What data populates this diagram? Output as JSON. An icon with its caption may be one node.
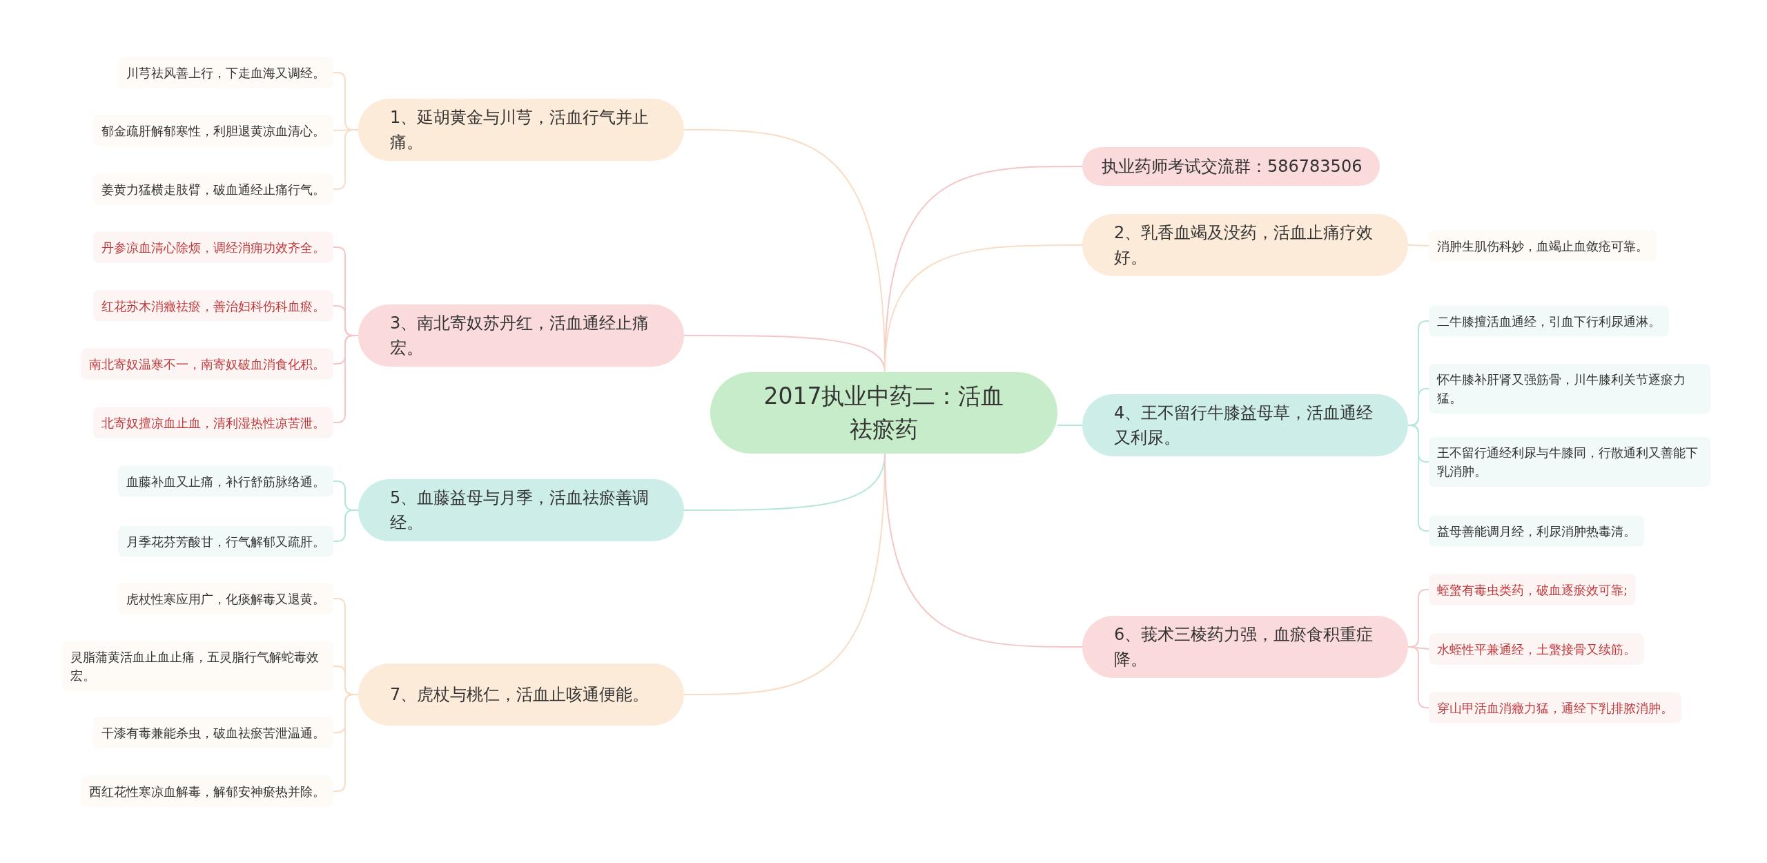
{
  "diagram": {
    "nodes": [
      {
        "text": [
          "2017执业中药二：活血祛瘀药"
        ]
      },
      {
        "text": [
          "1、延胡黄金与川芎，活血行气并止痛。"
        ]
      },
      {
        "text": [
          "川芎祛风善上行，下走血海又调经。"
        ]
      },
      {
        "text": [
          "郁金疏肝解郁寒性，利胆退黄凉血清心。"
        ]
      },
      {
        "text": [
          "姜黄力猛横走肢臂，破血通经止痛行气。"
        ]
      },
      {
        "text": [
          "3、南北寄奴苏丹红，活血通经止痛宏。"
        ]
      },
      {
        "text": [
          "丹参凉血清心除烦，调经消痈功效齐全。"
        ]
      },
      {
        "text": [
          "红花苏木消癥祛瘀，善治妇科伤科血瘀。"
        ]
      },
      {
        "text": [
          "南北寄奴温寒不一，南寄奴破血消食化积。"
        ]
      },
      {
        "text": [
          "北寄奴擅凉血止血，清利湿热性凉苦泄。"
        ]
      },
      {
        "text": [
          "5、血藤益母与月季，活血祛瘀善调经。"
        ]
      },
      {
        "text": [
          "血藤补血又止痛，补行舒筋脉络通。"
        ]
      },
      {
        "text": [
          "月季花芬芳酸甘，行气解郁又疏肝。"
        ]
      },
      {
        "text": [
          "7、虎杖与桃仁，活血止咳通便能。"
        ]
      },
      {
        "text": [
          "虎杖性寒应用广，化痰解毒又退黄。"
        ]
      },
      {
        "text": [
          "灵脂蒲黄活血止血止痛，五灵脂行气解蛇毒效宏。"
        ]
      },
      {
        "text": [
          "干漆有毒兼能杀虫，破血祛瘀苦泄温通。"
        ]
      },
      {
        "text": [
          "西红花性寒凉血解毒，解郁安神瘀热并除。"
        ]
      },
      {
        "text": [
          "执业药师考试交流群：586783506"
        ]
      },
      {
        "text": [
          "2、乳香血竭及没药，活血止痛疗效好。"
        ]
      },
      {
        "text": [
          "消肿生肌伤科妙，血竭止血敛疮可靠。"
        ]
      },
      {
        "text": [
          "4、王不留行牛膝益母草，活血通经又利尿。"
        ]
      },
      {
        "text": [
          "二牛膝擅活血通经，引血下行利尿通淋。"
        ]
      },
      {
        "text": [
          "怀牛膝补肝肾又强筋骨，川牛膝利关节逐瘀力猛。"
        ]
      },
      {
        "text": [
          "王不留行通经利尿与牛膝同，行散通利又善能下乳消肿。"
        ]
      },
      {
        "text": [
          "益母善能调月经，利尿消肿热毒清。"
        ]
      },
      {
        "text": [
          "6、莪术三棱药力强，血瘀食积重症降。"
        ]
      },
      {
        "text": [
          "蛭蟼有毒虫类药，破血逐瘀效可靠;"
        ]
      },
      {
        "text": [
          "水蛭性平兼通经，土蟼接骨又续筋。"
        ]
      },
      {
        "text": [
          "穿山甲活血消癥力猛，通经下乳排脓消肿。"
        ]
      }
    ],
    "edges": [
      {
        "from": 0,
        "to": 1,
        "arrow": "none",
        "color": "#f9dcc4"
      },
      {
        "from": 1,
        "to": 2,
        "arrow": "none",
        "color": "#f9dcc4"
      },
      {
        "from": 1,
        "to": 3,
        "arrow": "none",
        "color": "#f9dcc4"
      },
      {
        "from": 1,
        "to": 4,
        "arrow": "none",
        "color": "#f9dcc4"
      },
      {
        "from": 0,
        "to": 5,
        "arrow": "none",
        "color": "#f5c6c6"
      },
      {
        "from": 5,
        "to": 6,
        "arrow": "none",
        "color": "#f5c6c6"
      },
      {
        "from": 5,
        "to": 7,
        "arrow": "none",
        "color": "#f5c6c6"
      },
      {
        "from": 5,
        "to": 8,
        "arrow": "none",
        "color": "#f5c6c6"
      },
      {
        "from": 5,
        "to": 9,
        "arrow": "none",
        "color": "#f5c6c6"
      },
      {
        "from": 0,
        "to": 10,
        "arrow": "none",
        "color": "#b5e6dc"
      },
      {
        "from": 10,
        "to": 11,
        "arrow": "none",
        "color": "#b5e6dc"
      },
      {
        "from": 10,
        "to": 12,
        "arrow": "none",
        "color": "#b5e6dc"
      },
      {
        "from": 0,
        "to": 13,
        "arrow": "none",
        "color": "#f9dcc4"
      },
      {
        "from": 13,
        "to": 14,
        "arrow": "none",
        "color": "#f9dcc4"
      },
      {
        "from": 13,
        "to": 15,
        "arrow": "none",
        "color": "#f9dcc4"
      },
      {
        "from": 13,
        "to": 16,
        "arrow": "none",
        "color": "#f9dcc4"
      },
      {
        "from": 13,
        "to": 17,
        "arrow": "none",
        "color": "#f9dcc4"
      },
      {
        "from": 0,
        "to": 18,
        "arrow": "none",
        "color": "#f5c6c6"
      },
      {
        "from": 0,
        "to": 19,
        "arrow": "none",
        "color": "#f9dcc4"
      },
      {
        "from": 19,
        "to": 20,
        "arrow": "none",
        "color": "#f9dcc4"
      },
      {
        "from": 0,
        "to": 21,
        "arrow": "none",
        "color": "#b5e6dc"
      },
      {
        "from": 21,
        "to": 22,
        "arrow": "none",
        "color": "#b5e6dc"
      },
      {
        "from": 21,
        "to": 23,
        "arrow": "none",
        "color": "#b5e6dc"
      },
      {
        "from": 21,
        "to": 24,
        "arrow": "none",
        "color": "#b5e6dc"
      },
      {
        "from": 21,
        "to": 25,
        "arrow": "none",
        "color": "#b5e6dc"
      },
      {
        "from": 0,
        "to": 26,
        "arrow": "none",
        "color": "#f5c6c6"
      },
      {
        "from": 26,
        "to": 27,
        "arrow": "none",
        "color": "#f5c6c6"
      },
      {
        "from": 26,
        "to": 28,
        "arrow": "none",
        "color": "#f5c6c6"
      },
      {
        "from": 26,
        "to": 29,
        "arrow": "none",
        "color": "#f5c6c6"
      }
    ]
  }
}
